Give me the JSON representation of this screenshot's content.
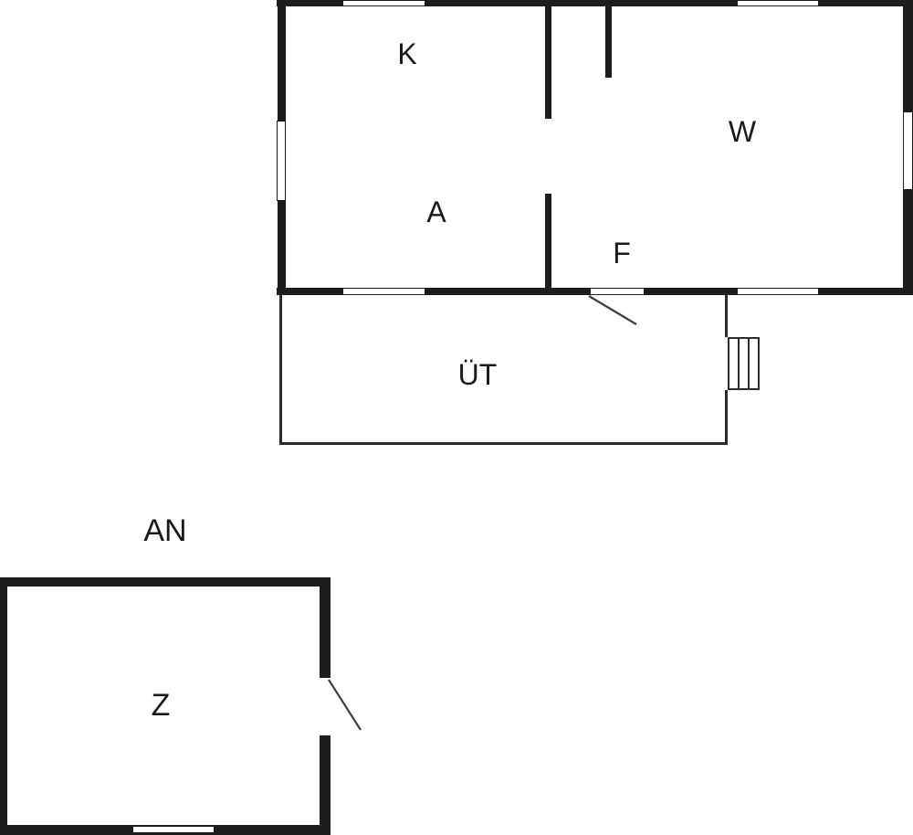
{
  "colors": {
    "background": "#ffffff",
    "wall": "#1d1d1b",
    "thin_line": "#2b2b2b",
    "door_swing_line": "#3f3f3f",
    "label_text": "#1a1a1a"
  },
  "plan": {
    "main_building": {
      "rooms": [
        {
          "label": "K"
        },
        {
          "label": "A"
        },
        {
          "label": "W"
        },
        {
          "label": "F"
        }
      ],
      "terrace": {
        "label": "ÜT"
      }
    },
    "annex": {
      "label": "AN",
      "rooms": [
        {
          "label": "Z"
        }
      ]
    }
  }
}
